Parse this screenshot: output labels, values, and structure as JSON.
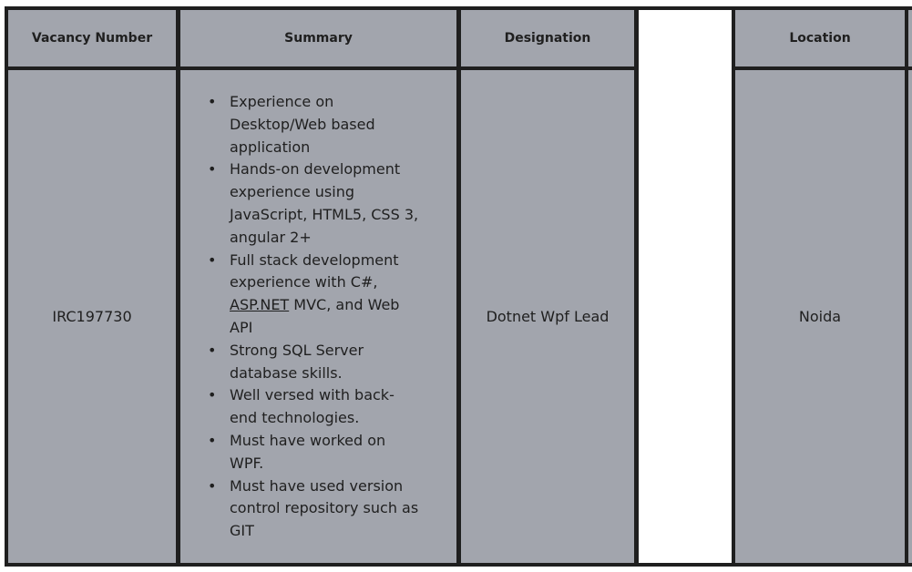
{
  "headers": {
    "vacancy_number": "Vacancy Number",
    "summary": "Summary",
    "designation": "Designation",
    "location": "Location"
  },
  "row": {
    "vacancy_number": "IRC197730",
    "designation": "Dotnet Wpf Lead",
    "location": "Noida",
    "summary": {
      "i1": [
        "Experience on",
        "Desktop/Web based",
        "application"
      ],
      "i2": [
        "Hands-on development",
        "experience using",
        "JavaScript, HTML5, CSS 3,",
        "angular 2+"
      ],
      "i3a": [
        "Full stack development",
        "experience with C#,"
      ],
      "i3_link": "ASP.NET",
      "i3_rest": " MVC, and Web",
      "i3b": "API",
      "i4": [
        "Strong SQL Server",
        "database skills."
      ],
      "i5": [
        "Well versed with back-",
        "end technologies."
      ],
      "i6": [
        "Must have worked on",
        "WPF."
      ],
      "i7": [
        "Must have used version",
        "control repository such as",
        "GIT"
      ]
    }
  }
}
